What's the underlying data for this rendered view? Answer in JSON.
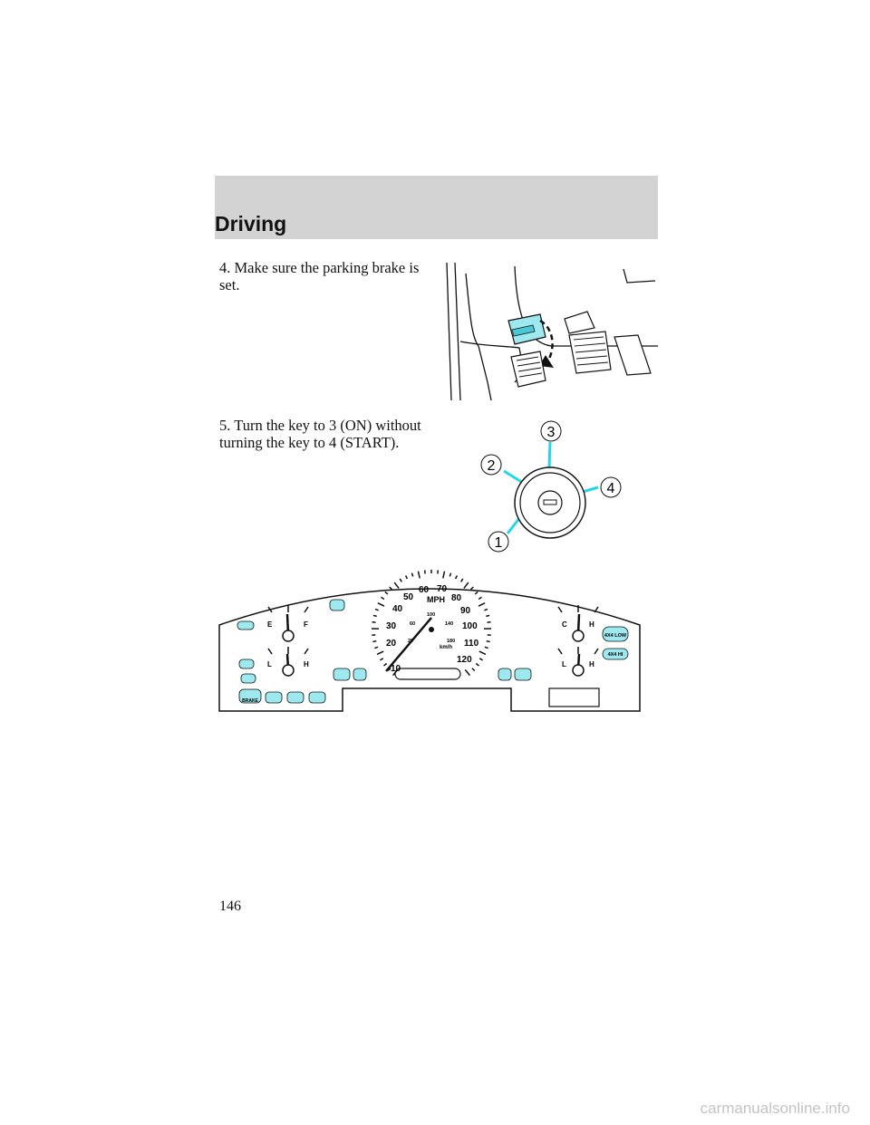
{
  "section": {
    "title": "Driving"
  },
  "steps": [
    {
      "text": "4. Make sure the parking brake is set."
    },
    {
      "text": "5. Turn the key to 3 (ON) without turning the key to 4 (START)."
    }
  ],
  "ignition": {
    "positions": [
      "1",
      "2",
      "3",
      "4"
    ],
    "accent": "#22d8e8"
  },
  "cluster": {
    "mph_labels": [
      "10",
      "20",
      "30",
      "40",
      "50",
      "60",
      "70",
      "80",
      "90",
      "100",
      "110",
      "120"
    ],
    "mph_unit": "MPH",
    "kmh_unit": "km/h",
    "kmh_labels": [
      "20",
      "60",
      "100",
      "140",
      "180"
    ],
    "fuel_labels": [
      "E",
      "F"
    ],
    "oil_labels": [
      "L",
      "H"
    ],
    "temp_labels": [
      "C",
      "H"
    ],
    "volt_labels": [
      "L",
      "H"
    ],
    "indicators": [
      "4X4 LOW",
      "4X4 HI"
    ],
    "brake_label": "BRAKE"
  },
  "page": {
    "number": "146"
  },
  "watermark": "carmanualsonline.info"
}
